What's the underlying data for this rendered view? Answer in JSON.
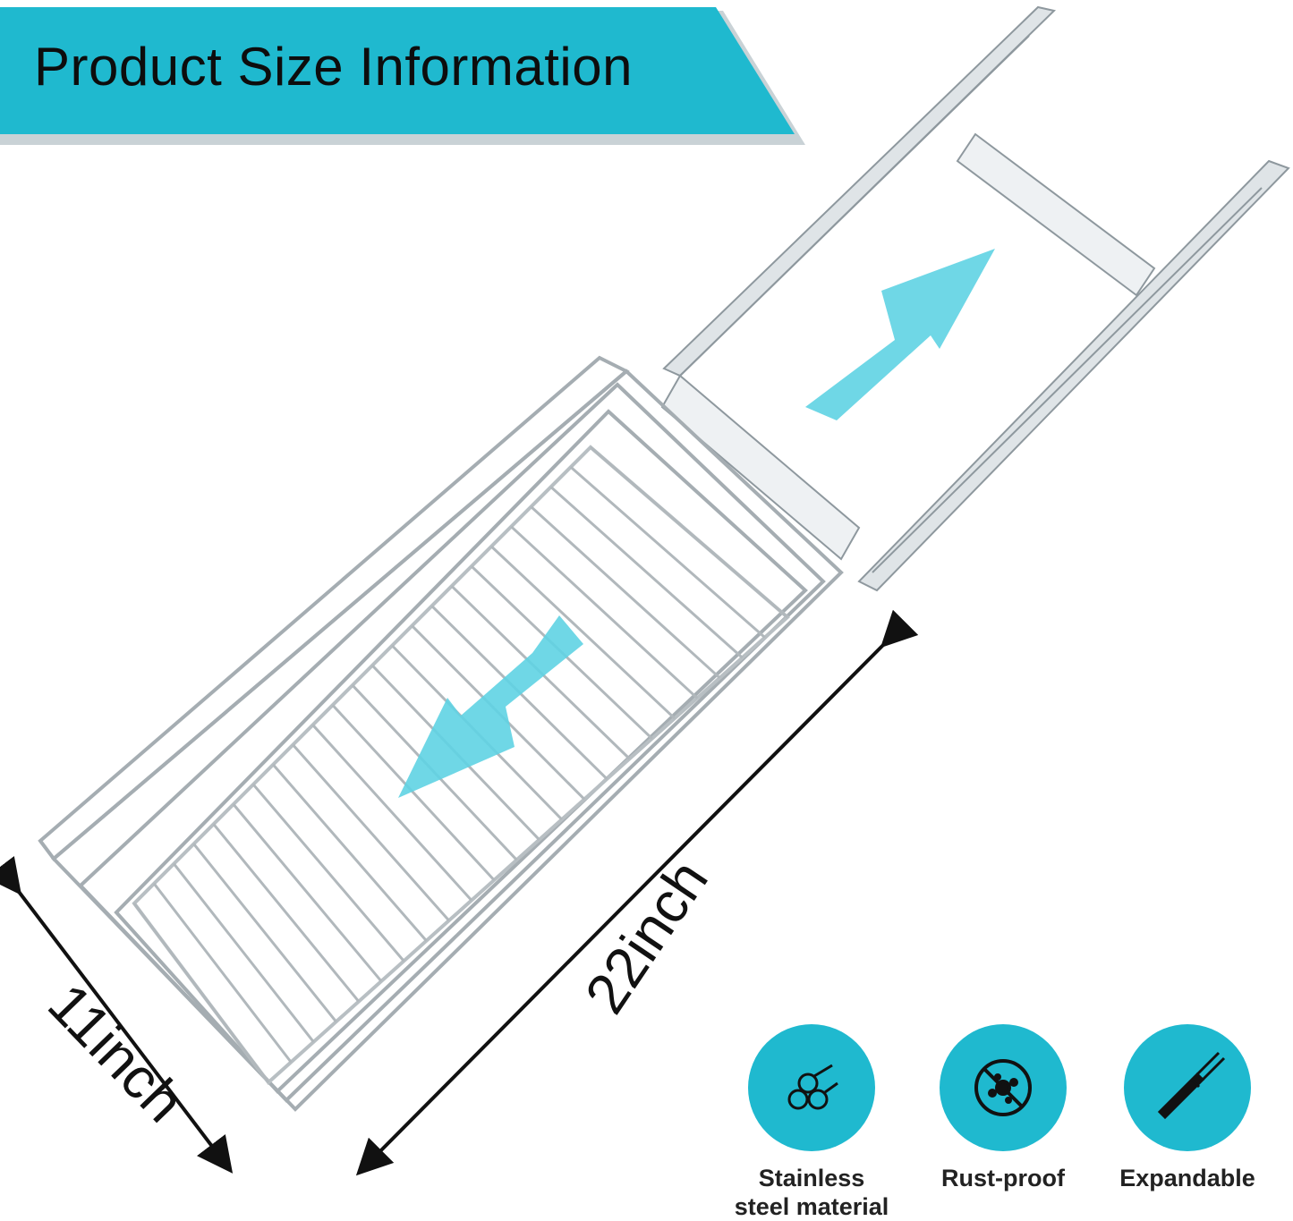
{
  "banner": {
    "title": "Product Size Information",
    "color": "#1fb9cf"
  },
  "dimensions": {
    "length": "22inch",
    "width": "11inch"
  },
  "features": [
    {
      "label": "Stainless\nsteel material",
      "icon": "steel-rods-icon"
    },
    {
      "label": "Rust-proof",
      "icon": "no-rust-icon"
    },
    {
      "label": "Expandable",
      "icon": "slide-rail-icon"
    }
  ],
  "colors": {
    "accent": "#1fb9cf",
    "arrow": "#5fd3e3",
    "metal": "#9aa4aa"
  }
}
